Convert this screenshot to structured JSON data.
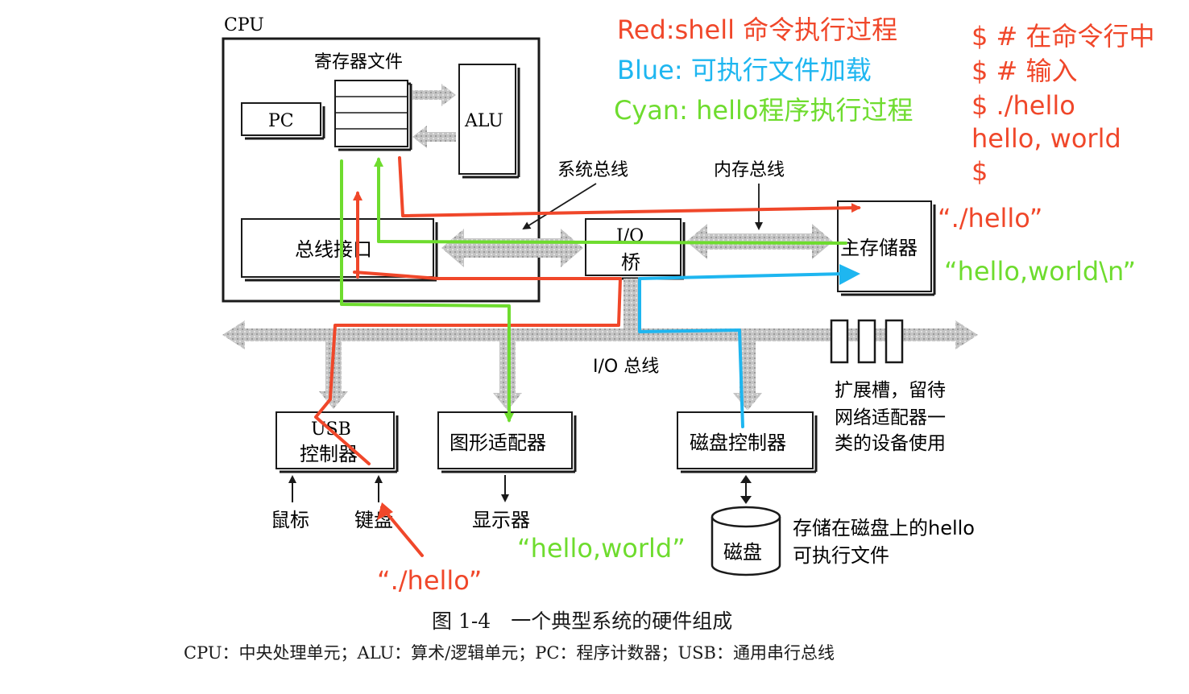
{
  "legend": {
    "red": "Red:shell 命令执行过程",
    "blue": "Blue: 可执行文件加载",
    "cyan": "Cyan: hello程序执行过程"
  },
  "terminal": [
    "$ # 在命令行中",
    "$ # 输入",
    "$ ./hello",
    "hello, world",
    "$"
  ],
  "labels": {
    "cpu": "CPU",
    "register_file": "寄存器文件",
    "pc": "PC",
    "alu": "ALU",
    "bus_interface": "总线接口",
    "system_bus": "系统总线",
    "memory_bus": "内存总线",
    "io_bridge_line1": "I/O",
    "io_bridge_line2": "桥",
    "main_memory": "主存储器",
    "io_bus": "I/O 总线",
    "usb_line1": "USB",
    "usb_line2": "控制器",
    "graphics": "图形适配器",
    "disk_controller": "磁盘控制器",
    "expansion_line1": "扩展槽，留待",
    "expansion_line2": "网络适配器一",
    "expansion_line3": "类的设备使用",
    "mouse": "鼠标",
    "keyboard": "键盘",
    "display": "显示器",
    "disk": "磁盘",
    "disk_note_line1": "存储在磁盘上的hello",
    "disk_note_line2": "可执行文件"
  },
  "annotations": {
    "hello_cmd_memory": "“./hello”",
    "hello_world_memory": "“hello,world\\n”",
    "hello_world_display": "“hello,world”",
    "hello_cmd_keyboard": "“./hello”"
  },
  "caption": {
    "title": "图 1-4　一个典型系统的硬件组成",
    "footnote": "CPU：中央处理单元；ALU：算术/逻辑单元；PC：程序计数器；USB：通用串行总线"
  },
  "colors": {
    "red": "#f0472a",
    "blue": "#1eb6f0",
    "green": "#6edc2e",
    "ink": "#1a1a1a",
    "bus_gray": "#b8b8b8"
  }
}
